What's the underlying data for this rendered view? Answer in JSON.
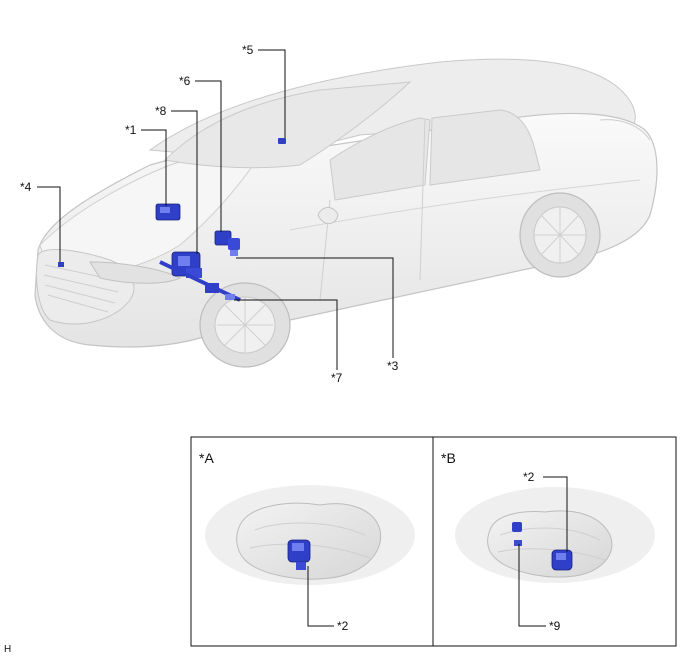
{
  "callouts": {
    "c1": "*1",
    "c2a": "*2",
    "c2b": "*2",
    "c3": "*3",
    "c4": "*4",
    "c5": "*5",
    "c6": "*6",
    "c7": "*7",
    "c8": "*8",
    "c9": "*9"
  },
  "panels": {
    "a_label": "*A",
    "b_label": "*B"
  },
  "corner_mark": "H",
  "colors": {
    "component": "#2f3fc8",
    "component_light": "#6f7ff0",
    "body": "#f2f2f2",
    "body_shade": "#d9d9d9",
    "outline": "#bdbdbd",
    "line": "#111111"
  }
}
